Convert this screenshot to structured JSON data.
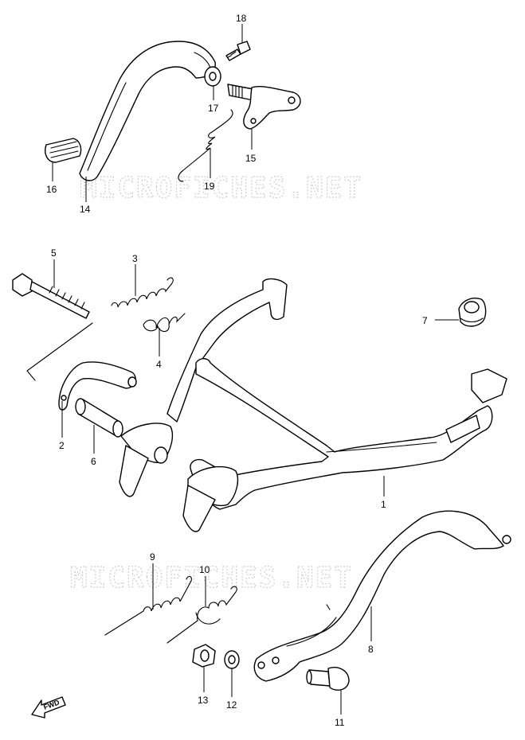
{
  "watermark": "MICROFICHES.NET",
  "fwd_label": "FWD",
  "callouts": {
    "p1": "1",
    "p2": "2",
    "p3": "3",
    "p4": "4",
    "p5": "5",
    "p6": "6",
    "p7": "7",
    "p8": "8",
    "p9": "9",
    "p10": "10",
    "p11": "11",
    "p12": "12",
    "p13": "13",
    "p14": "14",
    "p15": "15",
    "p16": "16",
    "p17": "17",
    "p18": "18",
    "p19": "19"
  },
  "colors": {
    "ink": "#000000",
    "watermark": "#cfcfcf",
    "background": "#ffffff"
  }
}
